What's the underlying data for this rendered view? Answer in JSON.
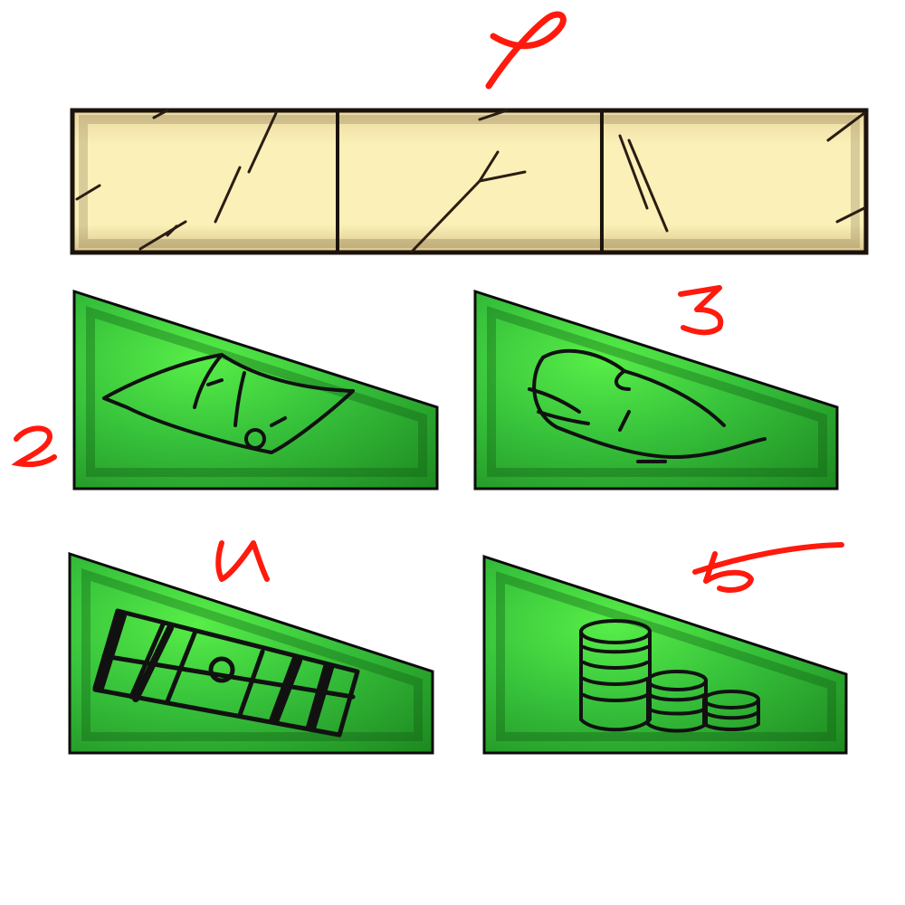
{
  "labels": {
    "top": "1",
    "two": "2",
    "three": "3",
    "four": "4",
    "five": "5"
  },
  "colors": {
    "stone": "#fbf1b8",
    "stone_edge": "#2a1d12",
    "green": "#2fae34",
    "green_light": "#57ee48",
    "green_dark": "#0f5a12",
    "ink": "#111111",
    "label_red": "#ff1a0d"
  },
  "tiles": [
    {
      "id": "stone-bar",
      "segments": 3
    },
    {
      "id": "paper-slip"
    },
    {
      "id": "rolled-scroll"
    },
    {
      "id": "field-grid"
    },
    {
      "id": "coin-stacks"
    }
  ]
}
